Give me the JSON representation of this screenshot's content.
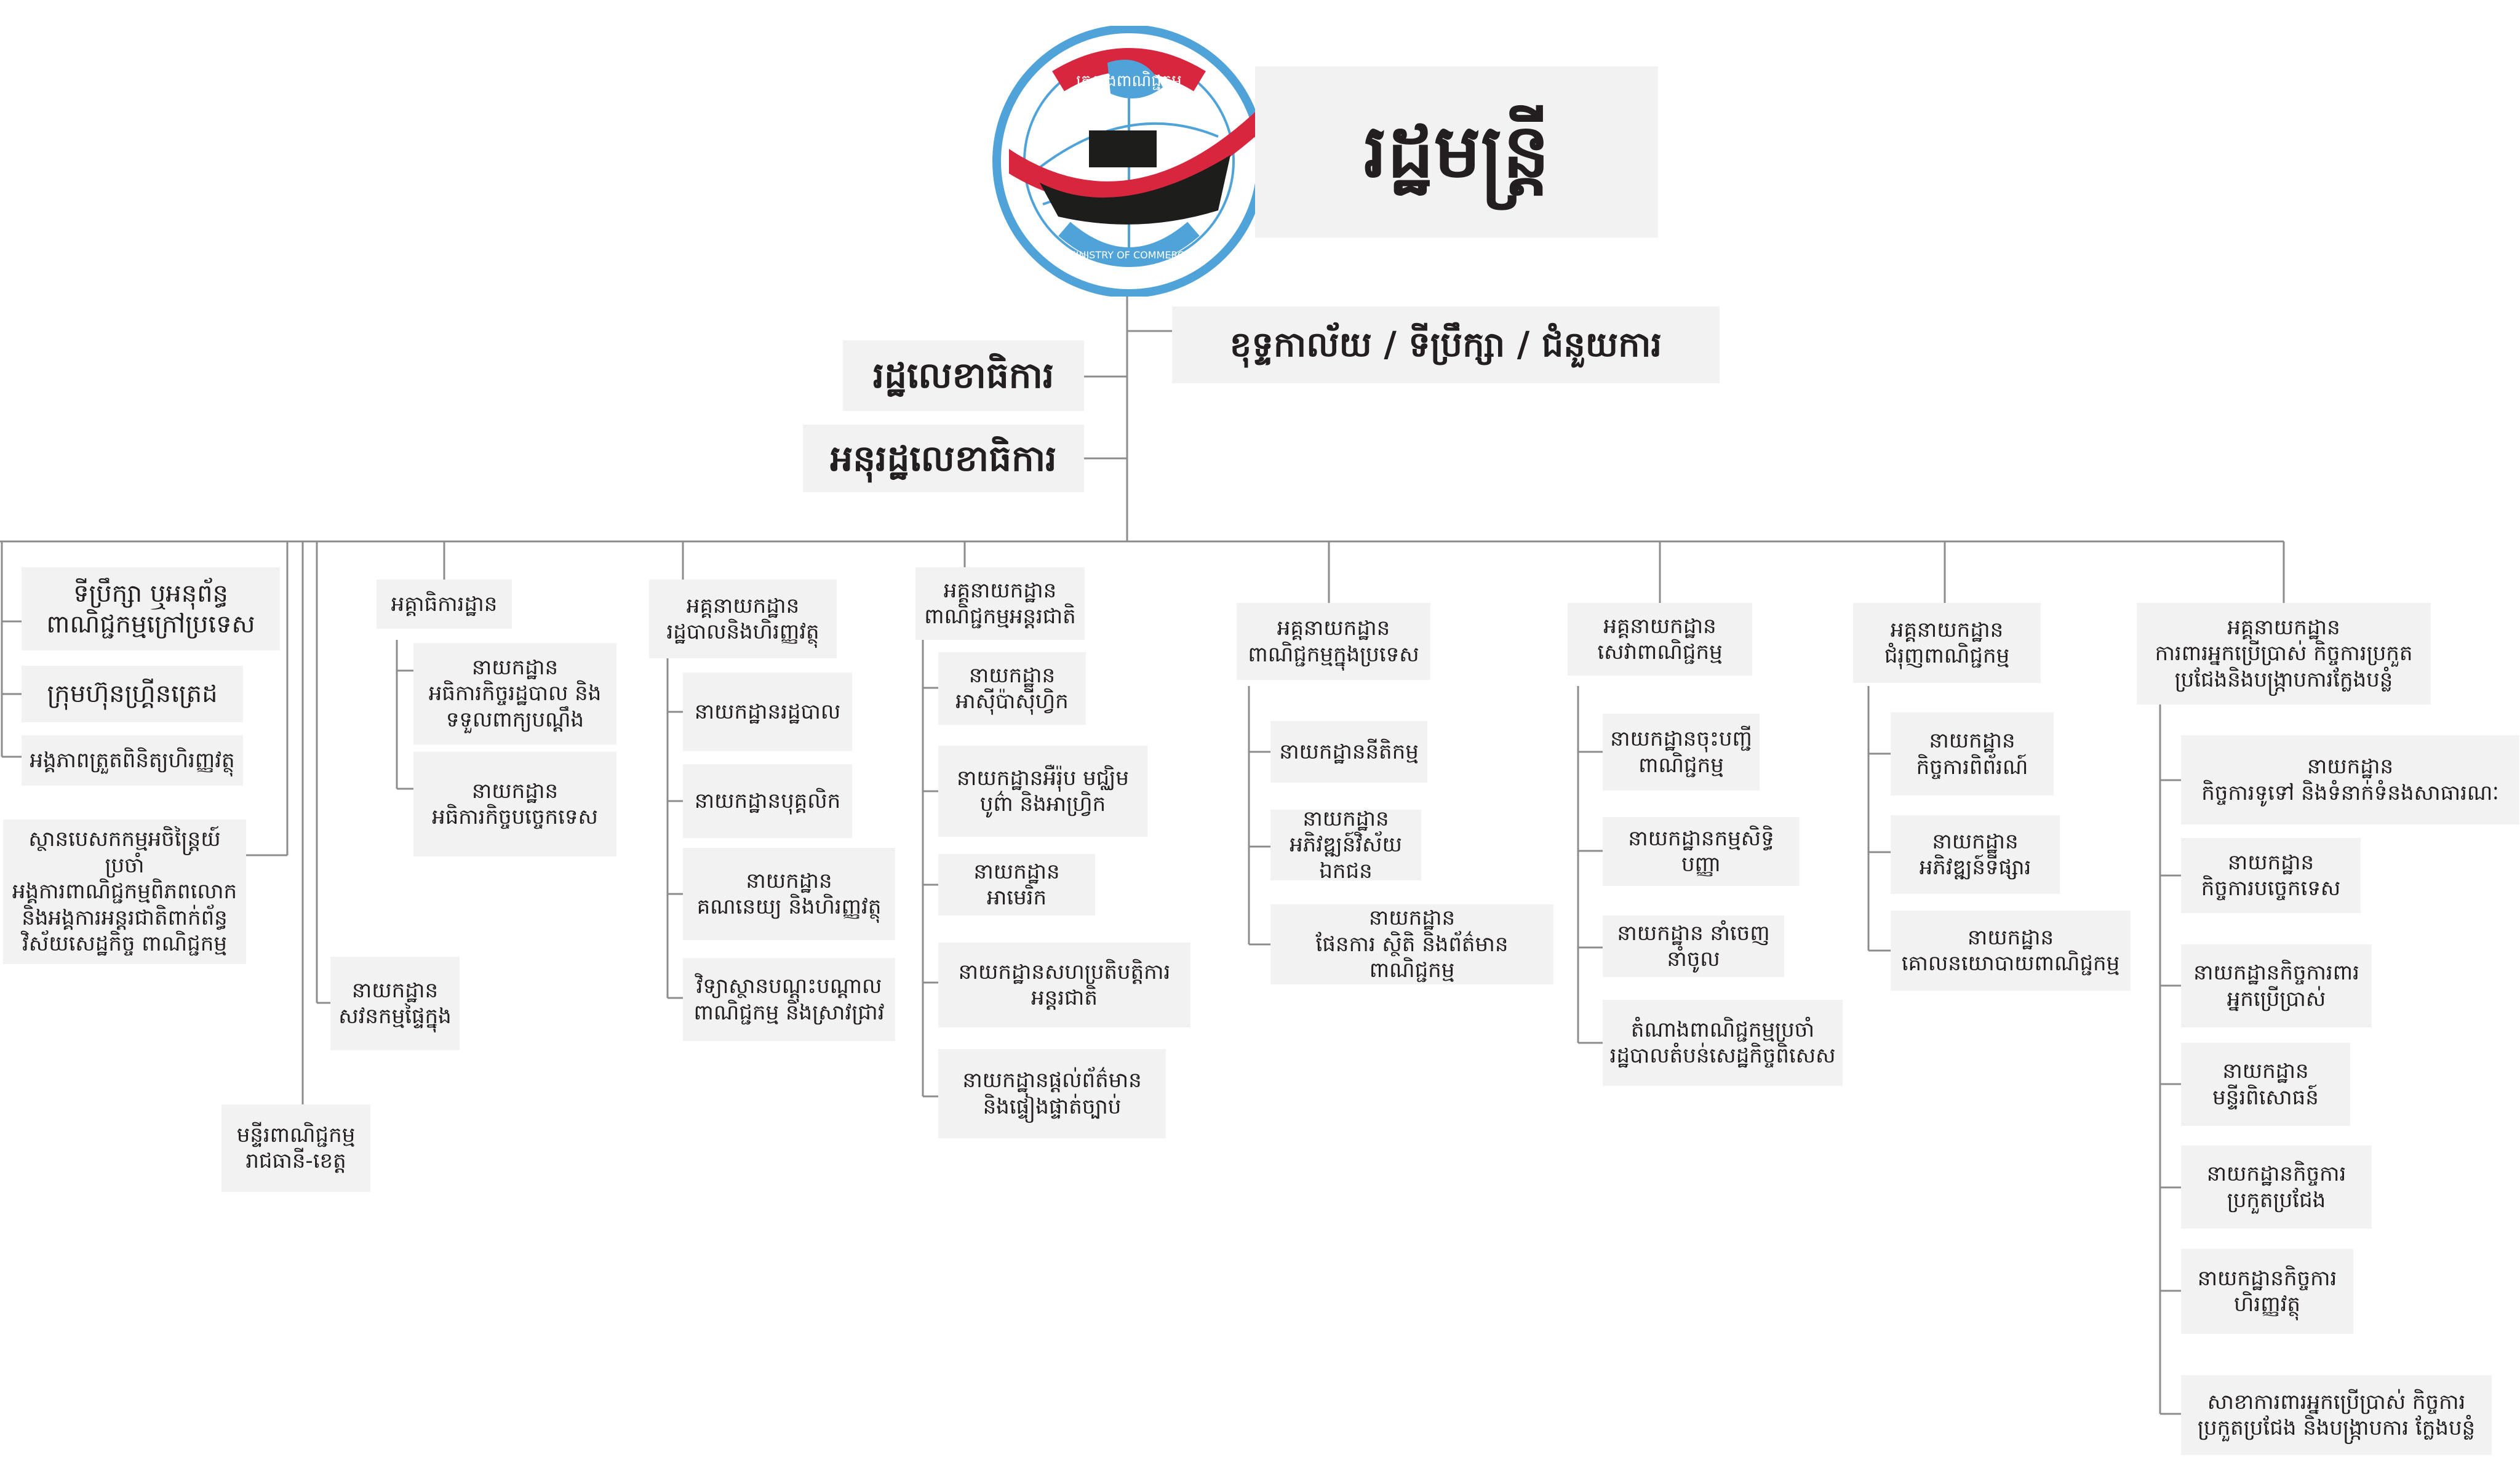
{
  "top": {
    "minister": "រដ្ឋមន្ត្រី",
    "cabinet": "ខុទ្ទកាល័យ / ទីប្រឹក្សា / ជំនួយការ",
    "secretary_of_state": "រដ្ឋលេខាធិការ",
    "undersecretary_of_state": "អនុរដ្ឋលេខាធិការ"
  },
  "logo": {
    "arc_text": "ក្រសួងពាណិជ្ជកម្ម",
    "ribbon_text": "MINISTRY OF COMMERCE",
    "colors": {
      "blue": "#4fa3d9",
      "red": "#d7263d",
      "dark": "#1d1d1b"
    }
  },
  "left_units": [
    "ទីប្រឹក្សា ឬអនុព័ន្ធ\nពាណិជ្ជកម្មក្រៅប្រទេស",
    "ក្រុមហ៊ុនហ្គ្រីនត្រេដ",
    "អង្គភាពត្រួតពិនិត្យហិរញ្ញវត្ថុ",
    "ស្ថានបេសកកម្មអចិន្ត្រៃយ៍ ប្រចាំ\nអង្គការពាណិជ្ជកម្មពិភពលោក\nនិងអង្គការអន្តរជាតិពាក់ព័ន្ធ\nវិស័យសេដ្ឋកិច្ច ពាណិជ្ជកម្ម",
    "នាយកដ្ឋាន\nសវនកម្មផ្ទៃក្នុង",
    "មន្ទីរពាណិជ្ជកម្ម\nរាជធានី-ខេត្ត"
  ],
  "departments": [
    {
      "title": "អគ្គាធិការដ្ឋាន",
      "units": [
        "នាយកដ្ឋាន\nអធិការកិច្ចរដ្ឋបាល និង\nទទួលពាក្យបណ្តឹង",
        "នាយកដ្ឋាន\nអធិការកិច្ចបច្ចេកទេស"
      ]
    },
    {
      "title": "អគ្គនាយកដ្ឋាន\nរដ្ឋបាលនិងហិរញ្ញវត្ថុ",
      "units": [
        "នាយកដ្ឋានរដ្ឋបាល",
        "នាយកដ្ឋានបុគ្គលិក",
        "នាយកដ្ឋាន\nគណនេយ្យ និងហិរញ្ញវត្ថុ",
        "វិទ្យាស្ថានបណ្តុះបណ្តាល\nពាណិជ្ជកម្ម និងស្រាវជ្រាវ"
      ]
    },
    {
      "title": "អគ្គនាយកដ្ឋាន\nពាណិជ្ជកម្មអន្តរជាតិ",
      "units": [
        "នាយកដ្ឋាន\nអាស៊ីប៉ាស៊ីហ្វិក",
        "នាយកដ្ឋានអឺរ៉ុប មជ្ឈិម\nបូព៌ា និងអាហ្វ្រិក",
        "នាយកដ្ឋានអាមេរិក",
        "នាយកដ្ឋានសហប្រតិបត្តិការ\nអន្តរជាតិ",
        "នាយកដ្ឋានផ្តល់ព័ត៌មាន\nនិងផ្ទៀងផ្ទាត់ច្បាប់"
      ]
    },
    {
      "title": "អគ្គនាយកដ្ឋាន\nពាណិជ្ជកម្មក្នុងប្រទេស",
      "units": [
        "នាយកដ្ឋាននីតិកម្ម",
        "នាយកដ្ឋាន\nអភិវឌ្ឍន៍វិស័យឯកជន",
        "នាយកដ្ឋាន\nផែនការ ស្ថិតិ និងព័ត៌មានពាណិជ្ជកម្ម"
      ]
    },
    {
      "title": "អគ្គនាយកដ្ឋាន\nសេវាពាណិជ្ជកម្ម",
      "units": [
        "នាយកដ្ឋានចុះបញ្ជី\nពាណិជ្ជកម្ម",
        "នាយកដ្ឋានកម្មសិទ្ធិបញ្ញា",
        "នាយកដ្ឋាន នាំចេញ នាំចូល",
        "តំណាងពាណិជ្ជកម្មប្រចាំ\nរដ្ឋបាលតំបន់សេដ្ឋកិច្ចពិសេស"
      ]
    },
    {
      "title": "អគ្គនាយកដ្ឋាន\nជំរុញពាណិជ្ជកម្ម",
      "units": [
        "នាយកដ្ឋាន\nកិច្ចការពិព័រណ៍",
        "នាយកដ្ឋាន\nអភិវឌ្ឍន៍ទីផ្សារ",
        "នាយកដ្ឋាន\nគោលនយោបាយពាណិជ្ជកម្ម"
      ]
    },
    {
      "title": "អគ្គនាយកដ្ឋាន\nការពារអ្នកប្រើប្រាស់ កិច្ចការប្រកួត\nប្រជែងនិងបង្ក្រាបការក្លែងបន្លំ",
      "units": [
        "នាយកដ្ឋាន\nកិច្ចការទូទៅ និងទំនាក់ទំនងសាធារណៈ",
        "នាយកដ្ឋាន\nកិច្ចការបច្ចេកទេស",
        "នាយកដ្ឋានកិច្ចការពារ\nអ្នកប្រើប្រាស់",
        "នាយកដ្ឋាន\nមន្ទីរពិសោធន៍",
        "នាយកដ្ឋានកិច្ចការ\nប្រកួតប្រជែង",
        "នាយកដ្ឋានកិច្ចការ\nហិរញ្ញវត្ថុ",
        "សាខាការពារអ្នកប្រើប្រាស់ កិច្ចការ\nប្រកួតប្រជែង និងបង្ក្រាបការ ក្លែងបន្លំ"
      ]
    }
  ]
}
